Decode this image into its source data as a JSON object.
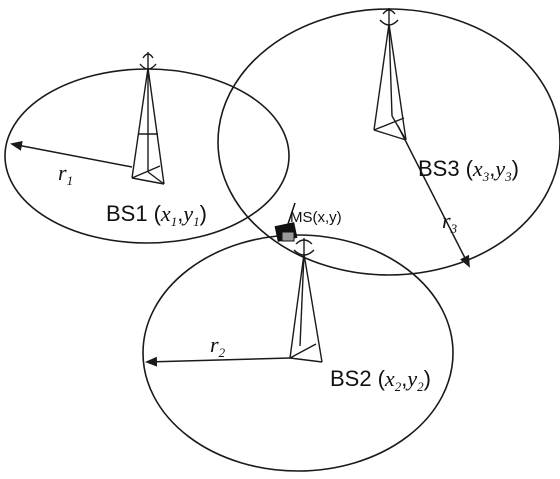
{
  "stations": [
    {
      "id": "BS1",
      "name": "BS1",
      "coord_var_x": "x",
      "sub_x": "1",
      "coord_var_y": "y",
      "sub_y": "1",
      "radius_label": "r",
      "radius_sub": "1"
    },
    {
      "id": "BS2",
      "name": "BS2",
      "coord_var_x": "x",
      "sub_x": "2",
      "coord_var_y": "y",
      "sub_y": "2",
      "radius_label": "r",
      "radius_sub": "2"
    },
    {
      "id": "BS3",
      "name": "BS3",
      "coord_var_x": "x",
      "sub_x": "3",
      "coord_var_y": "y",
      "sub_y": "3",
      "radius_label": "r",
      "radius_sub": "3"
    }
  ],
  "mobile": {
    "name": "MS",
    "coords": "(x,y)"
  },
  "punct": {
    "open": "(",
    "comma": ",",
    "close": ")"
  }
}
